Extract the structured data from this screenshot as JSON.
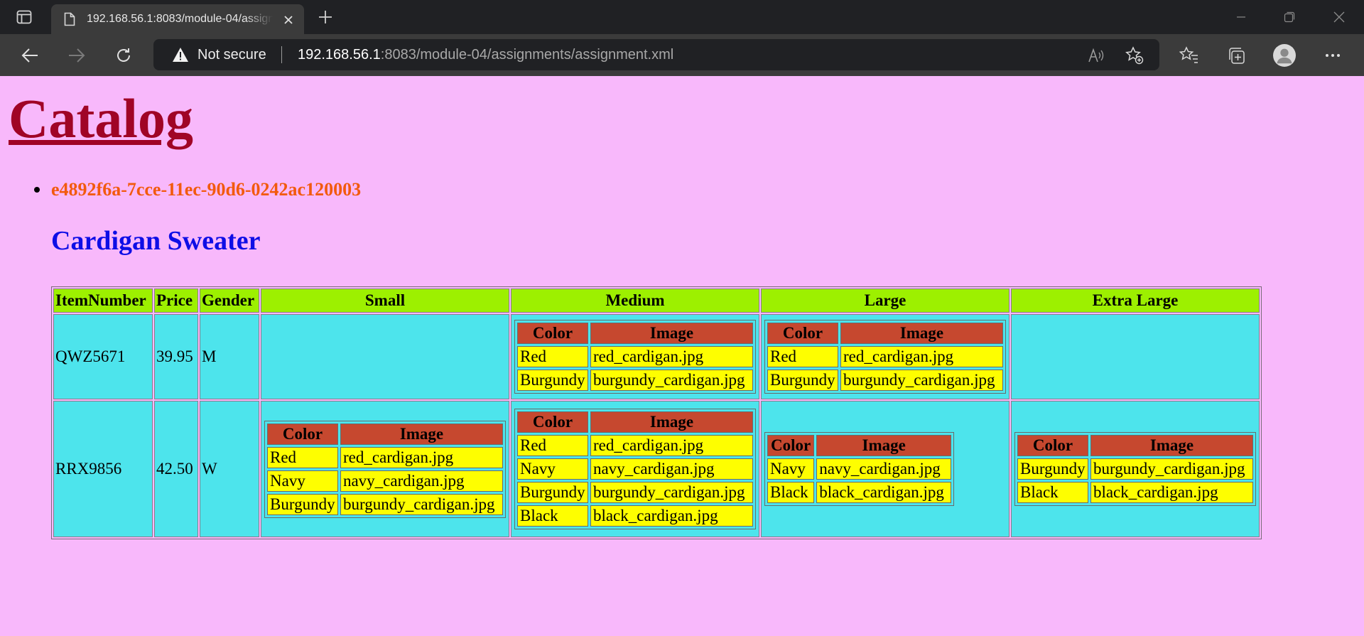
{
  "browser": {
    "tab_title": "192.168.56.1:8083/module-04/assignments/assignment.xml",
    "security_label": "Not secure",
    "url_host": "192.168.56.1",
    "url_path": ":8083/module-04/assignments/assignment.xml"
  },
  "page": {
    "heading": "Catalog",
    "item_id": "e4892f6a-7cce-11ec-90d6-0242ac120003",
    "product_name": "Cardigan Sweater",
    "headers": [
      "ItemNumber",
      "Price",
      "Gender",
      "Small",
      "Medium",
      "Large",
      "Extra Large"
    ],
    "sub_headers": {
      "color": "Color",
      "image": "Image"
    },
    "rows": [
      {
        "item_number": "QWZ5671",
        "price": "39.95",
        "gender": "M",
        "sizes": {
          "small": [],
          "medium": [
            {
              "color": "Red",
              "image": "red_cardigan.jpg"
            },
            {
              "color": "Burgundy",
              "image": "burgundy_cardigan.jpg"
            }
          ],
          "large": [
            {
              "color": "Red",
              "image": "red_cardigan.jpg"
            },
            {
              "color": "Burgundy",
              "image": "burgundy_cardigan.jpg"
            }
          ],
          "extra_large": []
        }
      },
      {
        "item_number": "RRX9856",
        "price": "42.50",
        "gender": "W",
        "sizes": {
          "small": [
            {
              "color": "Red",
              "image": "red_cardigan.jpg"
            },
            {
              "color": "Navy",
              "image": "navy_cardigan.jpg"
            },
            {
              "color": "Burgundy",
              "image": "burgundy_cardigan.jpg"
            }
          ],
          "medium": [
            {
              "color": "Red",
              "image": "red_cardigan.jpg"
            },
            {
              "color": "Navy",
              "image": "navy_cardigan.jpg"
            },
            {
              "color": "Burgundy",
              "image": "burgundy_cardigan.jpg"
            },
            {
              "color": "Black",
              "image": "black_cardigan.jpg"
            }
          ],
          "large": [
            {
              "color": "Navy",
              "image": "navy_cardigan.jpg"
            },
            {
              "color": "Black",
              "image": "black_cardigan.jpg"
            }
          ],
          "extra_large": [
            {
              "color": "Burgundy",
              "image": "burgundy_cardigan.jpg"
            },
            {
              "color": "Black",
              "image": "black_cardigan.jpg"
            }
          ]
        }
      }
    ]
  },
  "colors": {
    "page_bg": "#f8b8fb",
    "heading": "#a00426",
    "item_id": "#f25a0e",
    "product_name": "#0e0ee6",
    "header_bg": "#9df000",
    "cell_bg": "#4de4ec",
    "sub_header_bg": "#c6482f",
    "sub_cell_bg": "#fefe00"
  }
}
